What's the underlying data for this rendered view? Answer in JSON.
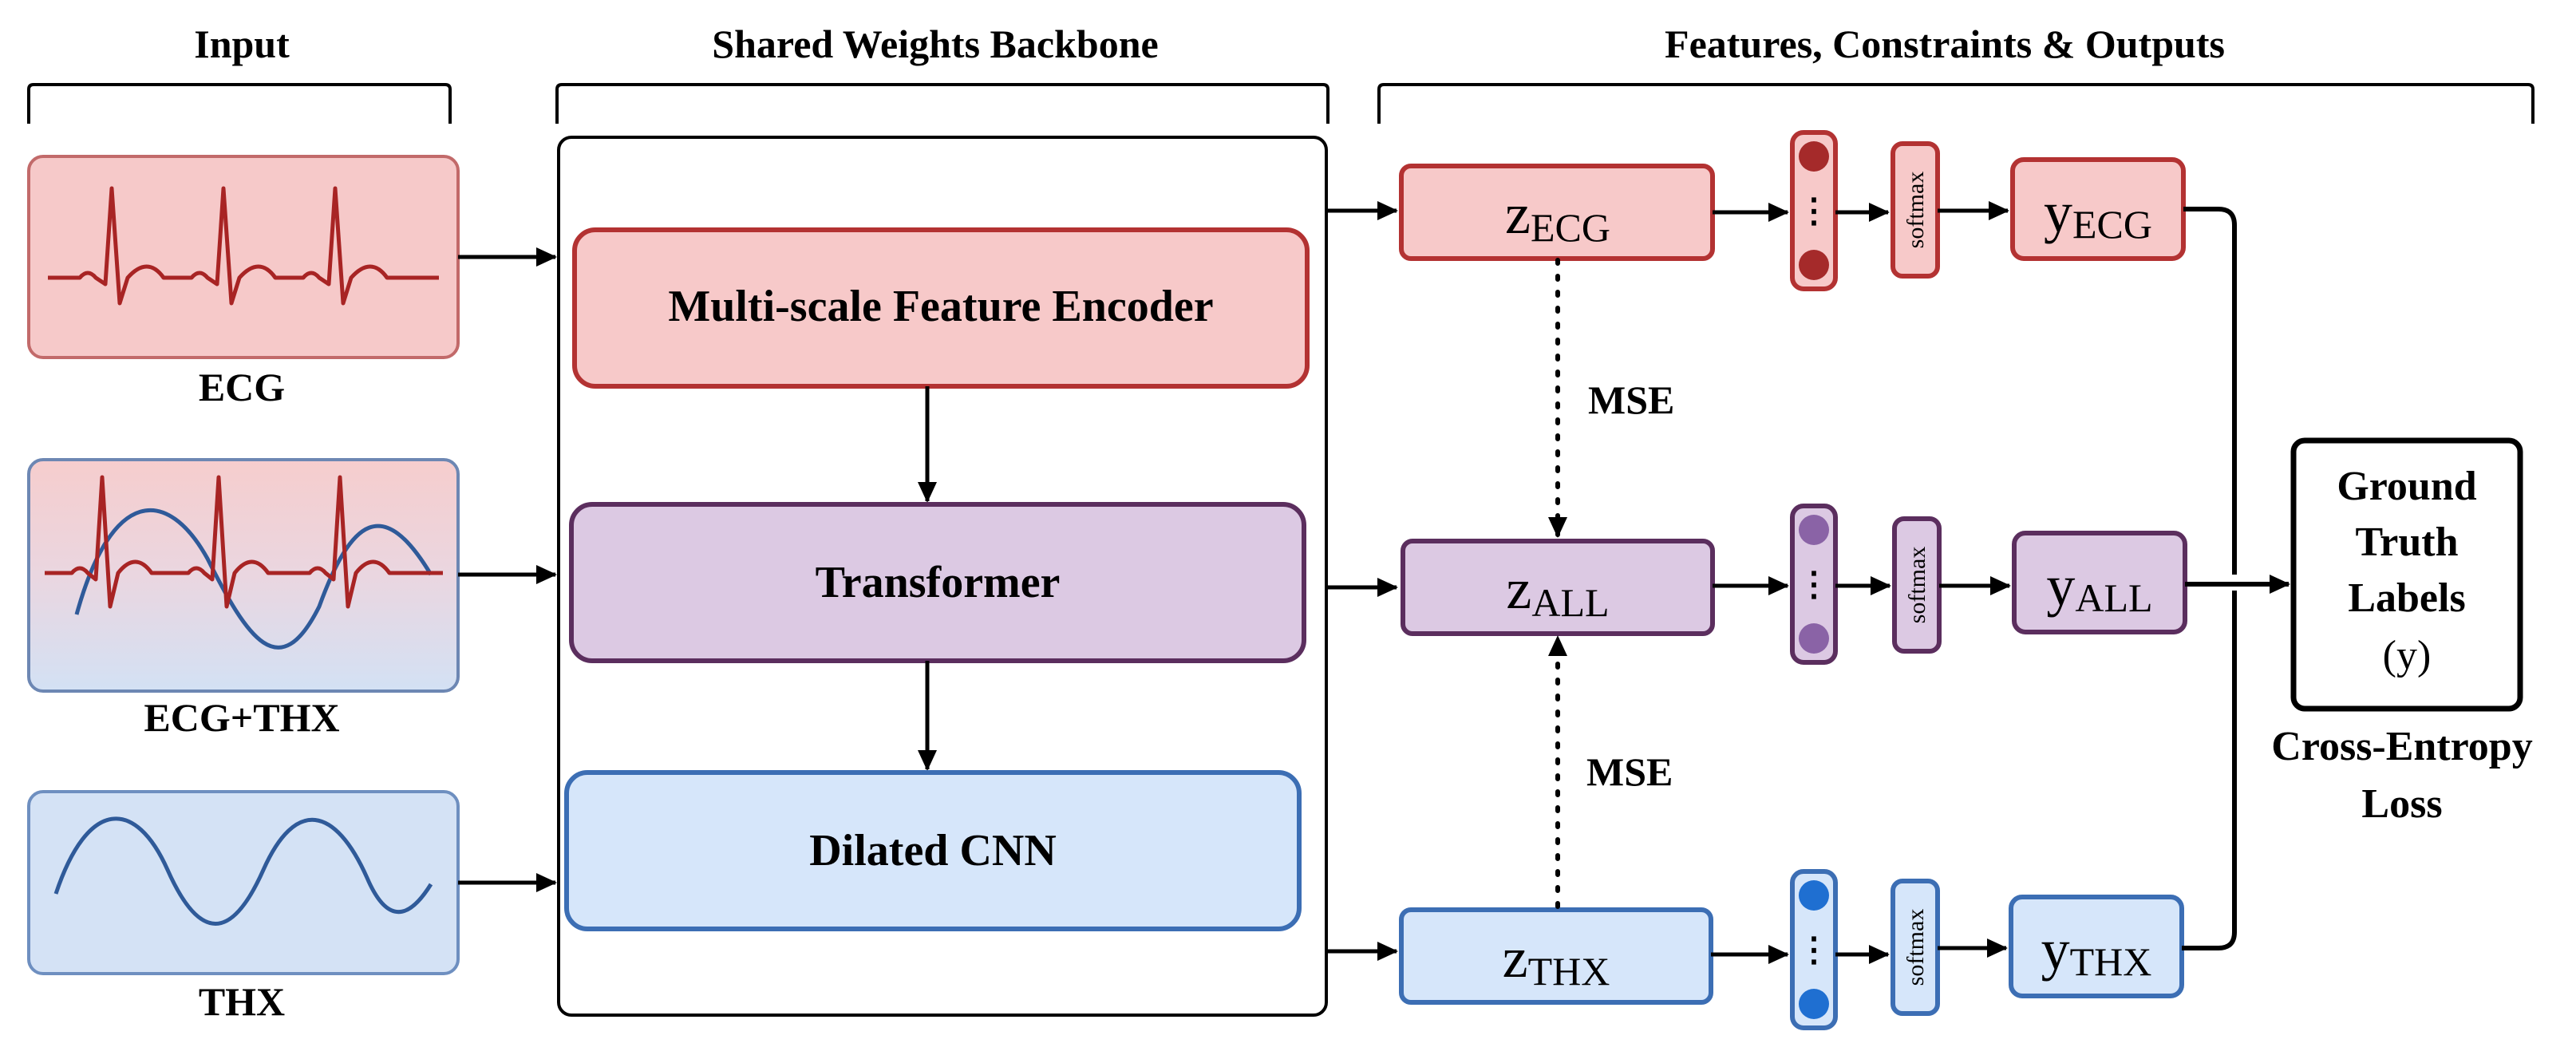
{
  "sections": {
    "input": "Input",
    "backbone": "Shared Weights Backbone",
    "outputs": "Features, Constraints & Outputs"
  },
  "inputs": [
    {
      "label": "ECG",
      "color": "#f7c9c9",
      "stroke": "#c05a5a"
    },
    {
      "label": "ECG+THX",
      "color": "#dfe8f6",
      "stroke": "#6e8fc0"
    },
    {
      "label": "THX",
      "color": "#d6e3f6",
      "stroke": "#6e8fc0"
    }
  ],
  "backbone": {
    "encoder": "Multi-scale Feature Encoder",
    "transformer": "Transformer",
    "cnn": "Dilated CNN"
  },
  "features": {
    "ecg": {
      "main": "z",
      "sub": "ECG"
    },
    "all": {
      "main": "z",
      "sub": "ALL"
    },
    "thx": {
      "main": "z",
      "sub": "THX"
    }
  },
  "softmax_label": "softmax",
  "dots_label": "⋮",
  "outputs": {
    "ecg": {
      "main": "y",
      "sub": "ECG"
    },
    "all": {
      "main": "y",
      "sub": "ALL"
    },
    "thx": {
      "main": "y",
      "sub": "THX"
    }
  },
  "constraints": {
    "mse_top": "MSE",
    "mse_bottom": "MSE"
  },
  "ground_truth": {
    "line1": "Ground",
    "line2": "Truth",
    "line3": "Labels",
    "line4": "(y)"
  },
  "loss": {
    "line1": "Cross-Entropy",
    "line2": "Loss"
  },
  "colors": {
    "red_fill": "#f7c9c9",
    "red_stroke": "#b33232",
    "purple_fill": "#dcc9e3",
    "purple_stroke": "#5b2e5e",
    "blue_fill": "#d6e6fa",
    "blue_stroke": "#3c6eb4",
    "ecg_wave": "#a82424",
    "thx_wave": "#2f5a99"
  }
}
